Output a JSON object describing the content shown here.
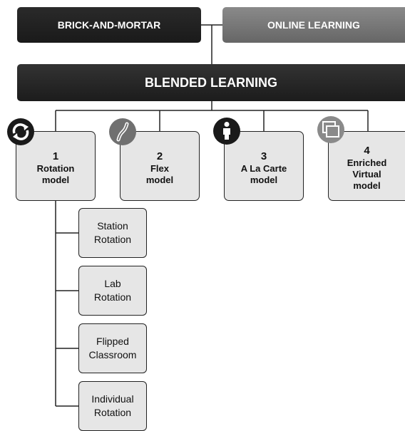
{
  "top": {
    "brick_and_mortar": "BRICK-AND-MORTAR",
    "online_learning": "ONLINE LEARNING"
  },
  "blended": {
    "label": "BLENDED LEARNING"
  },
  "models": [
    {
      "number": "1",
      "lines": [
        "Rotation",
        "model"
      ],
      "icon": "rotation-arrows-icon"
    },
    {
      "number": "2",
      "lines": [
        "Flex",
        "model"
      ],
      "icon": "flex-curve-icon"
    },
    {
      "number": "3",
      "lines": [
        "A La Carte",
        "model"
      ],
      "icon": "person-icon"
    },
    {
      "number": "4",
      "lines": [
        "Enriched",
        "Virtual",
        "model"
      ],
      "icon": "stacked-windows-icon"
    }
  ],
  "rotation_types": [
    {
      "lines": [
        "Station",
        "Rotation"
      ]
    },
    {
      "lines": [
        "Lab",
        "Rotation"
      ]
    },
    {
      "lines": [
        "Flipped",
        "Classroom"
      ]
    },
    {
      "lines": [
        "Individual",
        "Rotation"
      ]
    }
  ],
  "colors": {
    "dark_bar": "#1f1f1f",
    "grey_bar": "#777777",
    "box_fill": "#e6e6e6",
    "line": "#222222"
  }
}
